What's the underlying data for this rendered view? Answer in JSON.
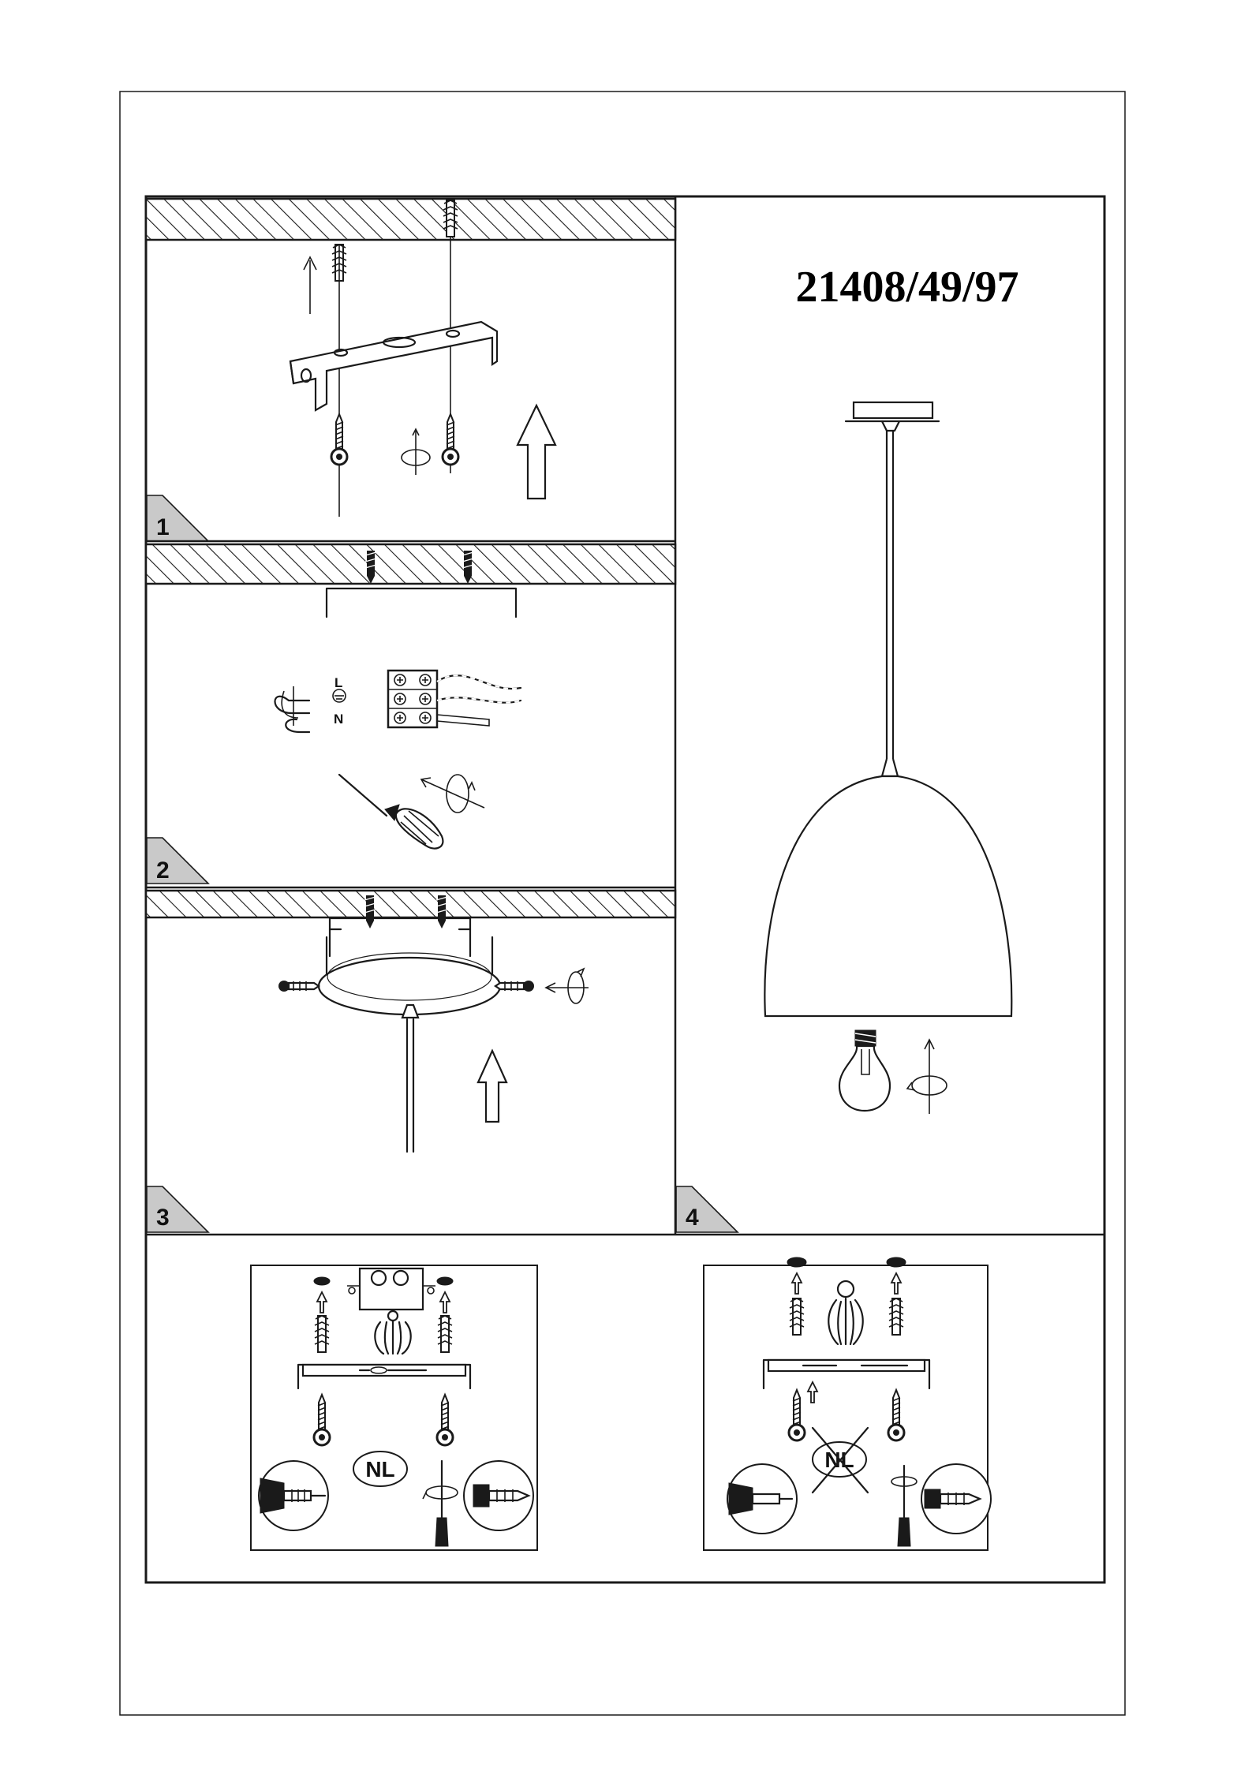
{
  "document": {
    "model_number": "21408/49/97",
    "steps": [
      {
        "number": "1"
      },
      {
        "number": "2"
      },
      {
        "number": "3"
      },
      {
        "number": "4"
      }
    ],
    "terminal_labels": [
      "L",
      "⏚",
      "N"
    ],
    "country_code": "NL"
  },
  "colors": {
    "ink": "#1a1a1a",
    "tab": "#c9c9c9",
    "background": "#ffffff"
  },
  "icons": [
    "wall-plug-icon",
    "screw-icon",
    "mounting-bracket-icon",
    "arrow-up-icon",
    "rotate-icon",
    "screwdriver-icon",
    "terminal-block-icon",
    "canopy-icon",
    "pendant-lamp-icon",
    "light-bulb-icon",
    "drill-icon",
    "no-nl-icon"
  ]
}
